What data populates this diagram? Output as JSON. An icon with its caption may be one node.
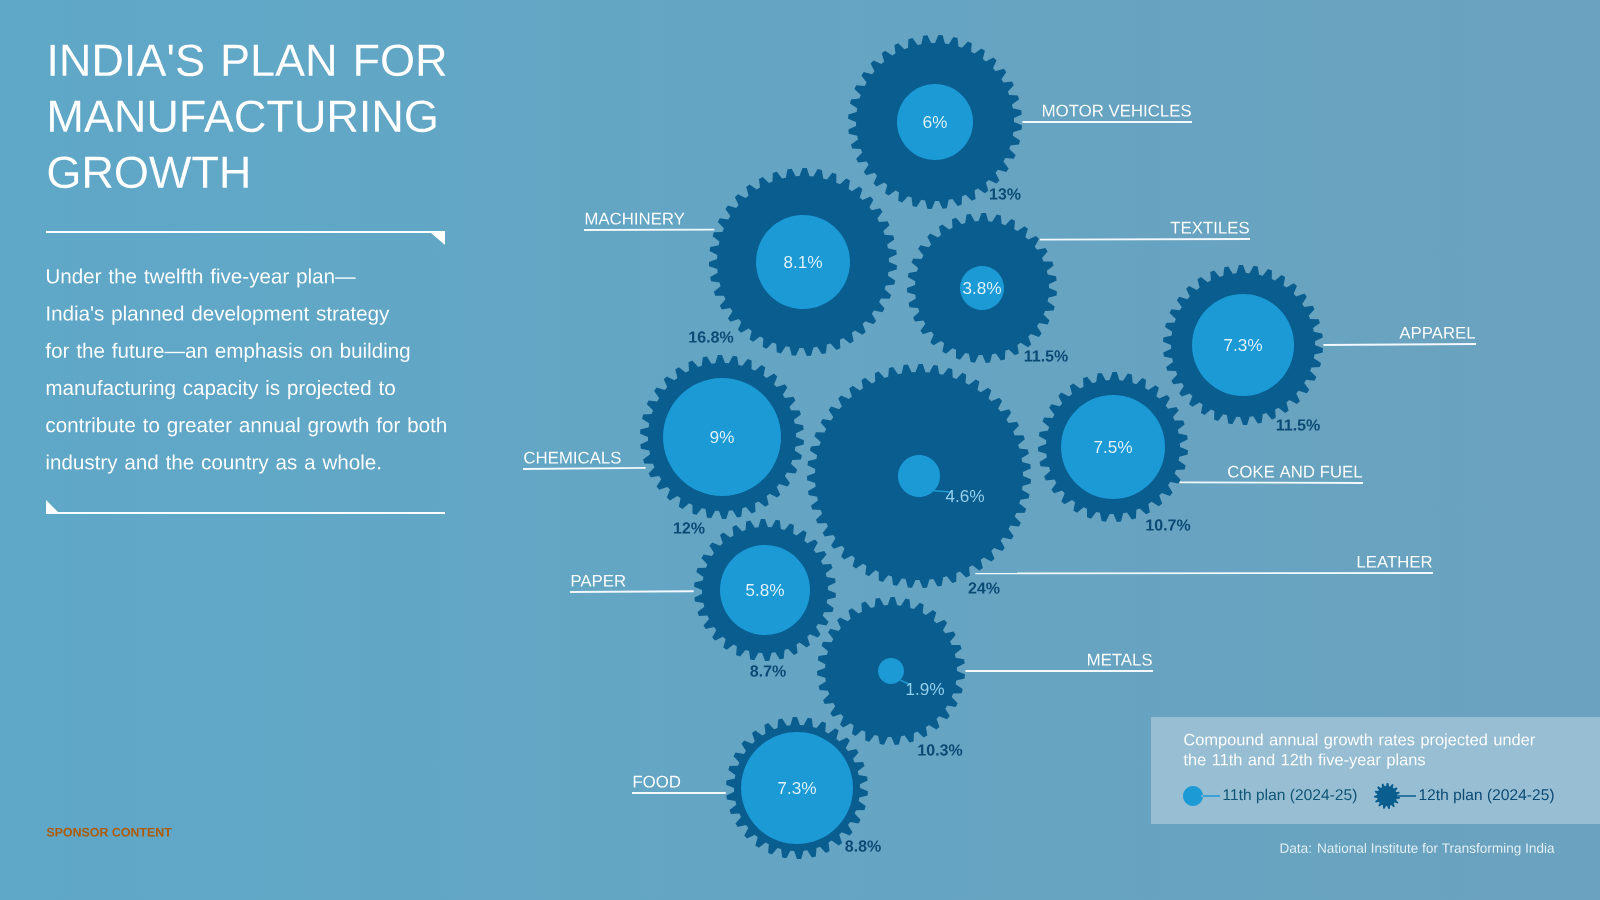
{
  "diagram": {
    "title": "INDIA'S PLAN FOR MANUFACTURING GROWTH",
    "nodes": [
      {
        "text": [
          "MOTOR VEHICLES"
        ]
      },
      {
        "text": [
          "6%"
        ],
        "beside": [
          "13%"
        ]
      },
      {
        "text": [
          "MACHINERY"
        ]
      },
      {
        "text": [
          "8.1%"
        ],
        "beside": [
          "16.8%"
        ]
      },
      {
        "text": [
          "TEXTILES"
        ]
      },
      {
        "text": [
          "3.8%"
        ],
        "beside": [
          "11.5%"
        ]
      },
      {
        "text": [
          "APPAREL"
        ]
      },
      {
        "text": [
          "7.3%"
        ],
        "beside": [
          "11.5%"
        ]
      },
      {
        "text": [
          "CHEMICALS"
        ]
      },
      {
        "text": [
          "9%"
        ],
        "beside": [
          "12%"
        ]
      },
      {
        "text": [
          "LEATHER"
        ]
      },
      {
        "text": [
          "4.6%"
        ],
        "beside": [
          "24%"
        ]
      },
      {
        "text": [
          "COKE AND FUEL"
        ]
      },
      {
        "text": [
          "7.5%"
        ],
        "beside": [
          "10.7%"
        ]
      },
      {
        "text": [
          "PAPER"
        ]
      },
      {
        "text": [
          "5.8%"
        ],
        "beside": [
          "8.7%"
        ]
      },
      {
        "text": [
          "METALS"
        ]
      },
      {
        "text": [
          "1.9%"
        ],
        "beside": [
          "10.3%"
        ]
      },
      {
        "text": [
          "FOOD"
        ]
      },
      {
        "text": [
          "7.3%"
        ],
        "beside": [
          "8.8%"
        ]
      }
    ],
    "edges": [
      {
        "from": 0,
        "to": 1,
        "arrow": "none"
      },
      {
        "from": 2,
        "to": 3,
        "arrow": "none"
      },
      {
        "from": 4,
        "to": 5,
        "arrow": "none"
      },
      {
        "from": 6,
        "to": 7,
        "arrow": "none"
      },
      {
        "from": 8,
        "to": 9,
        "arrow": "none"
      },
      {
        "from": 10,
        "to": 11,
        "arrow": "none"
      },
      {
        "from": 12,
        "to": 13,
        "arrow": "none"
      },
      {
        "from": 14,
        "to": 15,
        "arrow": "none"
      },
      {
        "from": 16,
        "to": 17,
        "arrow": "none"
      },
      {
        "from": 18,
        "to": 19,
        "arrow": "none"
      }
    ],
    "labels": [
      "Under the twelfth five-year plan—India's planned development strategy for the future—an emphasis on building manufacturing capacity is projected to contribute to greater annual growth for both industry and the country as a whole.",
      "SPONSOR CONTENT",
      "Compound annual growth rates projected under the 11th and 12th five-year plans",
      "Data: National Institute for Transforming India"
    ],
    "legend": [
      {
        "text": "11th plan (2024-25)",
        "color": "#1b9ad6"
      },
      {
        "text": "12th plan (2024-25)"
      }
    ]
  }
}
